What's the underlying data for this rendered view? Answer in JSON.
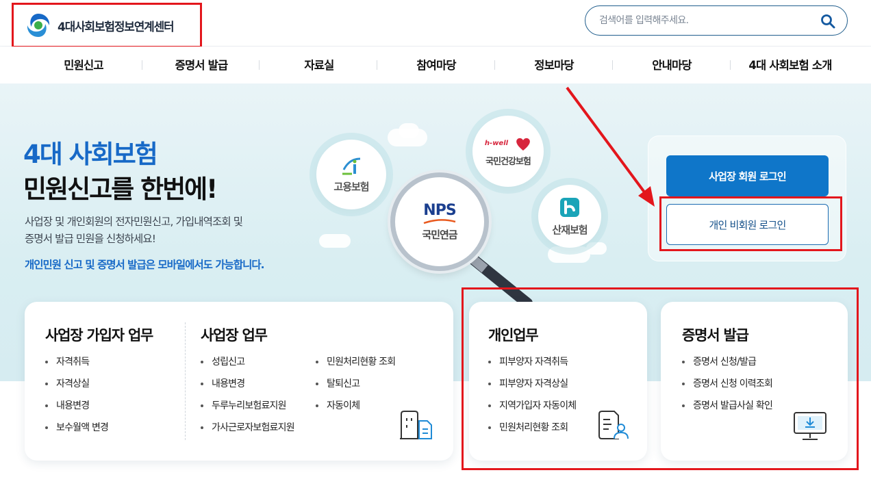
{
  "header": {
    "logo_text": "4대사회보험정보연계센터",
    "search_placeholder": "검색어를 입력해주세요."
  },
  "nav": {
    "items": [
      {
        "label": "민원신고"
      },
      {
        "label": "증명서 발급"
      },
      {
        "label": "자료실"
      },
      {
        "label": "참여마당"
      },
      {
        "label": "정보마당"
      },
      {
        "label": "안내마당"
      },
      {
        "label": "4대 사회보험 소개"
      }
    ]
  },
  "hero": {
    "title_line1": "4대 사회보험",
    "title_line2": "민원신고를 한번에!",
    "desc_line1": "사업장 및 개인회원의 전자민원신고, 가입내역조회 및",
    "desc_line2": "증명서 발급 민원을 신청하세요!",
    "mobile_note": "개인민원 신고 및 증명서 발급은 모바일에서도 가능합니다."
  },
  "insurers": {
    "employment": {
      "label": "고용보험"
    },
    "nps": {
      "logo": "NPS",
      "label": "국민연금"
    },
    "health": {
      "brand": "h-well",
      "label": "국민건강보험"
    },
    "industrial": {
      "label": "산재보험"
    }
  },
  "login": {
    "business_label": "사업장 회원 로그인",
    "personal_label": "개인 비회원 로그인"
  },
  "cards": {
    "subscriber": {
      "title": "사업장 가입자 업무",
      "items": [
        "자격취득",
        "자격상실",
        "내용변경",
        "보수월액 변경"
      ]
    },
    "workplace": {
      "title": "사업장 업무",
      "col1": [
        "성립신고",
        "내용변경",
        "두루누리보험료지원",
        "가사근로자보험료지원"
      ],
      "col2": [
        "민원처리현황 조회",
        "탈퇴신고",
        "자동이체"
      ]
    },
    "personal": {
      "title": "개인업무",
      "items": [
        "피부양자 자격취득",
        "피부양자 자격상실",
        "지역가입자 자동이체",
        "민원처리현황 조회"
      ]
    },
    "certificate": {
      "title": "증명서 발급",
      "items": [
        "증명서 신청/발급",
        "증명서 신청 이력조회",
        "증명서 발급사실 확인"
      ]
    }
  },
  "colors": {
    "brand_blue": "#1769c7",
    "button_blue": "#0f76c9",
    "annotation_red": "#e3161c"
  },
  "icons": [
    "search-icon",
    "building-document-icon",
    "document-person-icon",
    "monitor-download-icon"
  ]
}
